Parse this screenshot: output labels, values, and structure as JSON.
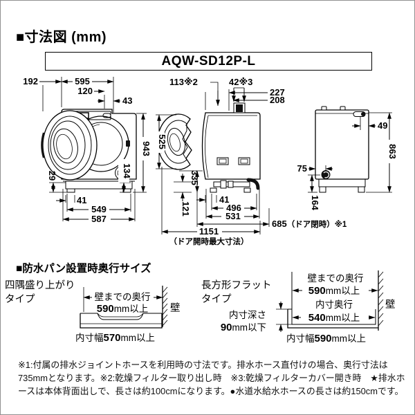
{
  "page": {
    "title": "■寸法図 (mm)",
    "model": "AQW-SD12P-L"
  },
  "colors": {
    "line": "#000000",
    "background": "#ffffff"
  },
  "front_view": {
    "dims": {
      "door_protrusion": "192",
      "body_width": "595",
      "panel_width": "120",
      "panel_side": "43",
      "height": "943",
      "pump_height": "134",
      "base_clearance": "29",
      "foot_inset": "41",
      "foot_pitch": "549",
      "base_width": "587"
    }
  },
  "side_view": {
    "dims": {
      "filter_pull": "113※2",
      "filter_cover": "42※3",
      "rear_depth_a": "227",
      "rear_depth_b": "208",
      "door_diameter": "525",
      "door_bottom": "335",
      "base_height": "121",
      "foot_inset": "41",
      "foot_pitch": "496",
      "base_depth": "531",
      "closed_depth": "685",
      "closed_depth_note": "（ドア閉時）※1",
      "open_depth": "1151",
      "open_depth_note": "（ドア開時最大寸法）"
    }
  },
  "rear_view": {
    "dims": {
      "inlet_offset": "49",
      "rear_height": "863",
      "drain_offset": "75",
      "drain_height": "164"
    }
  },
  "pan_section": {
    "title": "■防水パン設置時奥行サイズ",
    "raised_corner_type": {
      "type_line1": "四隅盛り上がり",
      "type_line2": "タイプ",
      "wall_depth_label": "壁までの奥行",
      "wall_depth_value": "590",
      "wall_depth_unit": "mm以上",
      "wall_label": "壁",
      "inner_width_label": "内寸幅",
      "inner_width_value": "570",
      "inner_width_unit": "mm以上"
    },
    "flat_type": {
      "type_line1": "長方形フラット",
      "type_line2": "タイプ",
      "wall_depth_label": "壁までの奥行",
      "wall_depth_value": "590",
      "wall_depth_unit": "mm以上",
      "inner_depth_label": "内寸奥行",
      "inner_depth_value": "540",
      "inner_depth_unit": "mm以上",
      "depth_limit_label": "内寸深さ",
      "depth_limit_value": "90",
      "depth_limit_unit": "mm以下",
      "wall_label": "壁",
      "inner_width_label": "内寸幅",
      "inner_width_value": "590",
      "inner_width_unit": "mm以上"
    }
  },
  "footnotes": {
    "line1": "※1:付属の排水ジョイントホースを利用時の寸法です。排水ホース直付けの場合、奥行寸法は",
    "line2": "735mmとなります。※2:乾燥フィルター取り出し時　※3:乾燥フィルターカバー開き時　★排水ホ",
    "line3": "ースは本体背面出しで、長さは約100cmになります。●水道水給水ホースの長さは約150cmです。"
  }
}
